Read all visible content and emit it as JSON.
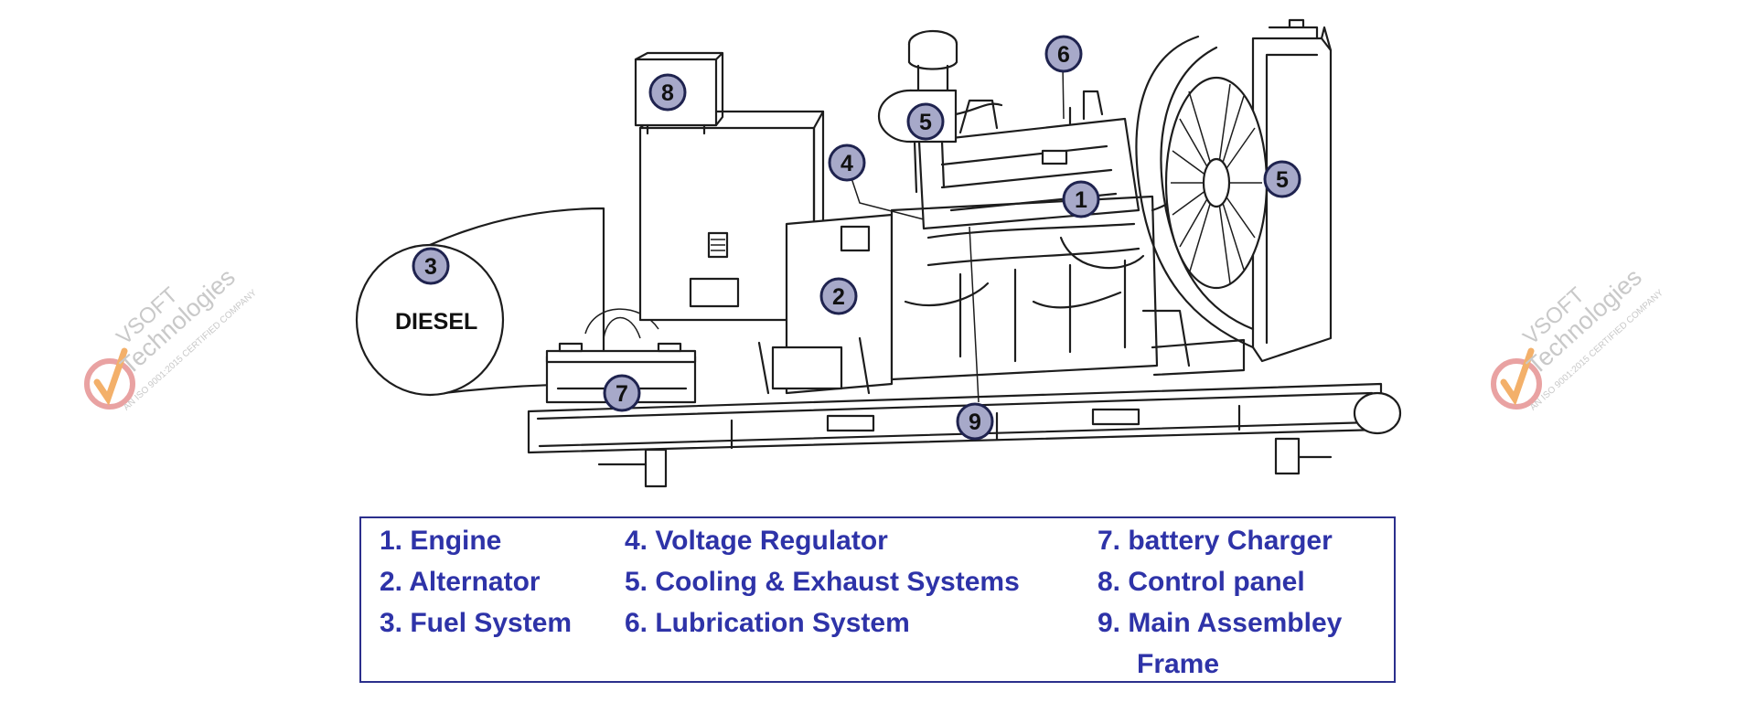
{
  "diagram": {
    "tank_label": "DIESEL",
    "callouts": [
      "1",
      "2",
      "3",
      "4",
      "5",
      "5",
      "6",
      "7",
      "8",
      "9"
    ]
  },
  "legend": {
    "items": [
      "1. Engine",
      "2. Alternator",
      "3. Fuel System",
      "4. Voltage Regulator",
      "5. Cooling & Exhaust Systems",
      "6. Lubrication System",
      "7. battery Charger",
      "8. Control panel",
      "9. Main Assembley",
      "Frame"
    ]
  },
  "watermark": {
    "brand": "VSOFT",
    "name": "Technologies",
    "tagline": "AN ISO 9001:2015 CERTIFIED COMPANY",
    "colors": {
      "ring": "#e9a2a2",
      "check": "#f3b06a",
      "text": "#c9c9c9"
    }
  },
  "colors": {
    "legend_text": "#2e33a8",
    "legend_border": "#2b2f8c",
    "callout_fill": "#a7a9c9"
  }
}
